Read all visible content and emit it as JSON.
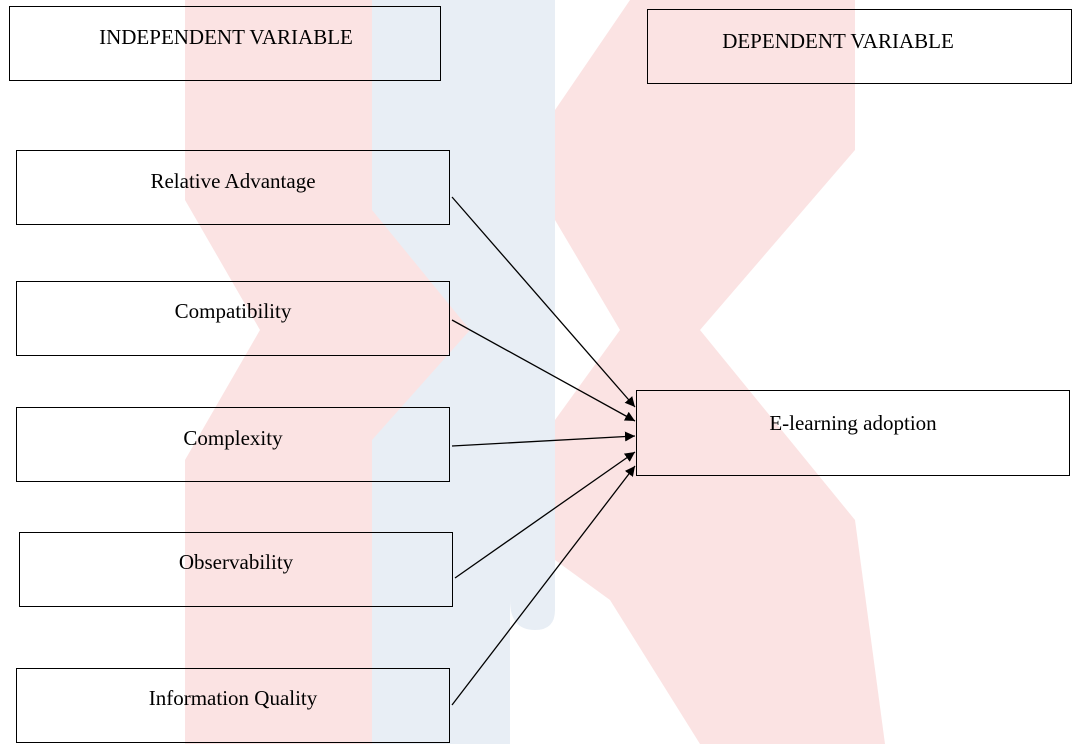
{
  "headers": {
    "independent": "INDEPENDENT VARIABLE",
    "dependent": "DEPENDENT VARIABLE"
  },
  "independent_variables": [
    "Relative Advantage",
    "Compatibility",
    "Complexity",
    "Observability",
    "Information Quality"
  ],
  "dependent_variable": "E-learning adoption",
  "colors": {
    "watermark_red": "#fbe3e3",
    "watermark_blue": "#e8eef5",
    "line": "#000000"
  }
}
